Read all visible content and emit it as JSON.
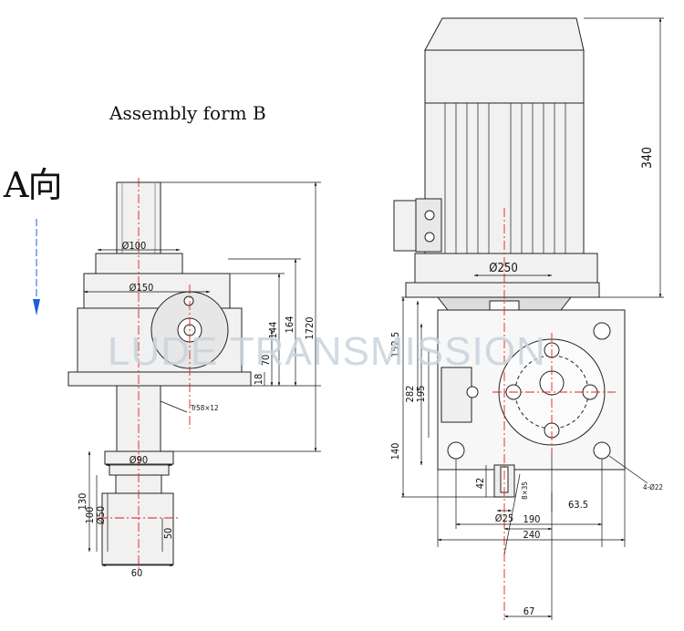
{
  "title": "Assembly form B",
  "view_label": "A向",
  "watermark": "LUDE TRANSMISSION",
  "colors": {
    "outline": "#222222",
    "dimension": "#111111",
    "centerline": "#e02020",
    "watermark": "#c9d3dc",
    "direction_arrow": "#1f5fd6"
  },
  "side_view": {
    "diameters": [
      "Ø100",
      "Ø150",
      "Ø90",
      "Ø50"
    ],
    "heights": [
      "1720",
      "164",
      "144",
      "70",
      "18",
      "130",
      "100",
      "50"
    ],
    "screw_thread": "Tr58×12",
    "bottom_width": "60"
  },
  "front_view": {
    "motor_height": "340",
    "flange_diameter": "Ø250",
    "heights": [
      "152.5",
      "282",
      "195",
      "140",
      "42"
    ],
    "key": "8×35",
    "shaft_diameter": "Ø25",
    "widths": [
      "63.5",
      "190",
      "240",
      "67"
    ],
    "holes": "4-Ø22"
  }
}
